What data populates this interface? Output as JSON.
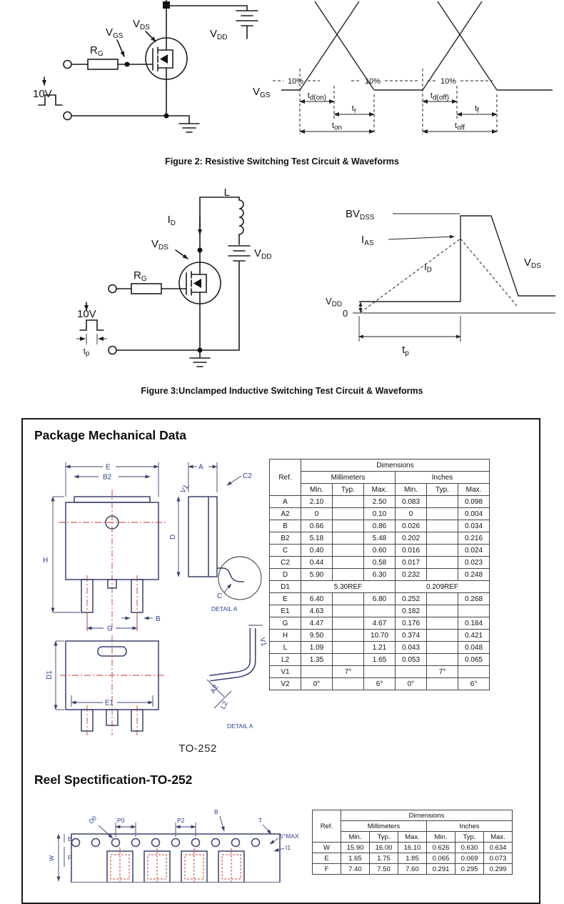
{
  "figure2": {
    "caption": "Figure 2: Resistive Switching Test Circuit & Waveforms",
    "circuit": {
      "vgs": {
        "b": "V",
        "s": "GS"
      },
      "vds": {
        "b": "V",
        "s": "DS"
      },
      "vdd": {
        "b": "V",
        "s": "DD"
      },
      "rg": {
        "b": "R",
        "s": "G"
      },
      "pulse_v": "10V"
    },
    "waveform": {
      "vgs": {
        "b": "V",
        "s": "GS"
      },
      "pct1": "10%",
      "pct2": "10%",
      "pct3": "10%",
      "td_on": {
        "b": "t",
        "s": "d(on)"
      },
      "tr": {
        "b": "t",
        "s": "r"
      },
      "td_off": {
        "b": "t",
        "s": "d(off)"
      },
      "tf": {
        "b": "t",
        "s": "f"
      },
      "ton": {
        "b": "t",
        "s": "on"
      },
      "toff": {
        "b": "t",
        "s": "off"
      }
    }
  },
  "figure3": {
    "caption": "Figure 3:Unclamped Inductive Switching Test Circuit & Waveforms",
    "circuit": {
      "id": {
        "b": "I",
        "s": "D"
      },
      "l": "L",
      "vds": {
        "b": "V",
        "s": "DS"
      },
      "vdd": {
        "b": "V",
        "s": "DD"
      },
      "rg": {
        "b": "R",
        "s": "G"
      },
      "pulse_v": "10V",
      "tp": {
        "b": "t",
        "s": "p"
      }
    },
    "waveform": {
      "bvdss": {
        "b": "BV",
        "s": "DSS"
      },
      "ias": {
        "b": "I",
        "s": "AS"
      },
      "vds": {
        "b": "V",
        "s": "DS"
      },
      "id": {
        "b": "I",
        "s": "D"
      },
      "vdd": {
        "b": "V",
        "s": "DD"
      },
      "zero": "0",
      "tp": {
        "b": "t",
        "s": "p"
      }
    }
  },
  "package_section": {
    "title": "Package Mechanical Data",
    "package_name": "TO-252",
    "drawing": {
      "e": "E",
      "b2": "B2",
      "h": "H",
      "g": "G",
      "b": "B",
      "a": "A",
      "c2": "C2",
      "v1": "V1",
      "d": "D",
      "c": "C",
      "detail_a": "DETAIL A",
      "d1": "D1",
      "e1": "E1",
      "l2": "L2",
      "a2": "A2",
      "v1b": "V1",
      "detail_a2": "DETAIL A"
    },
    "table": {
      "dimensions_header": "Dimensions",
      "ref_header": "Ref.",
      "mm_header": "Millimeters",
      "in_header": "Inches",
      "sub_headers": [
        "Min.",
        "Typ.",
        "Max.",
        "Min.",
        "Typ.",
        "Max."
      ],
      "rows": [
        {
          "ref": "A",
          "cells": [
            "2.10",
            "",
            "2.50",
            "0.083",
            "",
            "0.098"
          ]
        },
        {
          "ref": "A2",
          "cells": [
            "0",
            "",
            "0.10",
            "0",
            "",
            "0.004"
          ]
        },
        {
          "ref": "B",
          "cells": [
            "0.66",
            "",
            "0.86",
            "0.026",
            "",
            "0.034"
          ]
        },
        {
          "ref": "B2",
          "cells": [
            "5.18",
            "",
            "5.48",
            "0.202",
            "",
            "0.216"
          ]
        },
        {
          "ref": "C",
          "cells": [
            "0.40",
            "",
            "0.60",
            "0.016",
            "",
            "0.024"
          ]
        },
        {
          "ref": "C2",
          "cells": [
            "0.44",
            "",
            "0.58",
            "0.017",
            "",
            "0.023"
          ]
        },
        {
          "ref": "D",
          "cells": [
            "5.90",
            "",
            "6.30",
            "0.232",
            "",
            "0.248"
          ]
        },
        {
          "ref": "D1",
          "span": true,
          "cells": [
            "5.30REF",
            "0.209REF"
          ]
        },
        {
          "ref": "E",
          "cells": [
            "6.40",
            "",
            "6.80",
            "0.252",
            "",
            "0.268"
          ]
        },
        {
          "ref": "E1",
          "cells": [
            "4.63",
            "",
            "",
            "0.182",
            "",
            ""
          ]
        },
        {
          "ref": "G",
          "cells": [
            "4.47",
            "",
            "4.67",
            "0.176",
            "",
            "0.184"
          ]
        },
        {
          "ref": "H",
          "cells": [
            "9.50",
            "",
            "10.70",
            "0.374",
            "",
            "0.421"
          ]
        },
        {
          "ref": "L",
          "cells": [
            "1.09",
            "",
            "1.21",
            "0.043",
            "",
            "0.048"
          ]
        },
        {
          "ref": "L2",
          "cells": [
            "1.35",
            "",
            "1.65",
            "0.053",
            "",
            "0.065"
          ]
        },
        {
          "ref": "V1",
          "cells": [
            "",
            "7°",
            "",
            "",
            "7°",
            ""
          ]
        },
        {
          "ref": "V2",
          "cells": [
            "0°",
            "",
            "6°",
            "0°",
            "",
            "6°"
          ]
        }
      ]
    }
  },
  "reel_section": {
    "title": "Reel Spectification-TO-252",
    "drawing": {
      "p0": "P0",
      "p2": "P2",
      "b": "B",
      "t": "T",
      "angle": "5°MAX",
      "t1": "t1",
      "w": "W",
      "e": "E",
      "f": "F",
      "d0": "D0"
    },
    "table": {
      "dimensions_header": "Dimensions",
      "ref_header": "Ref.",
      "mm_header": "Millimeters",
      "in_header": "Inches",
      "sub_headers": [
        "Min.",
        "Typ.",
        "Max.",
        "Min.",
        "Typ.",
        "Max."
      ],
      "rows": [
        {
          "ref": "W",
          "cells": [
            "15.90",
            "16.00",
            "16.10",
            "0.626",
            "0.630",
            "0.634"
          ]
        },
        {
          "ref": "E",
          "cells": [
            "1.65",
            "1.75",
            "1.85",
            "0.065",
            "0.069",
            "0.073"
          ]
        },
        {
          "ref": "F",
          "cells": [
            "7.40",
            "7.50",
            "7.60",
            "0.291",
            "0.295",
            "0.299"
          ]
        }
      ]
    }
  }
}
